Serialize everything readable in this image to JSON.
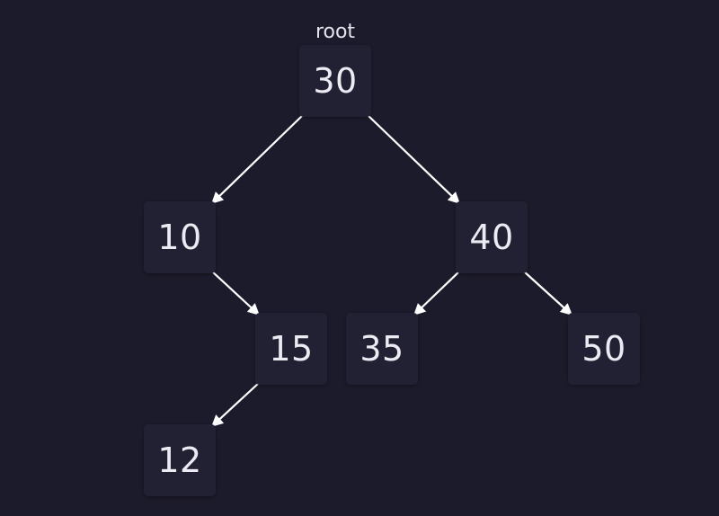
{
  "root_label": "root",
  "colors": {
    "background": "#1c1b2b",
    "node_fill": "#222133",
    "node_text": "#ecebf3",
    "edge": "#ffffff"
  },
  "tree": {
    "root": "30",
    "nodes": [
      {
        "id": "n30",
        "value": "30"
      },
      {
        "id": "n10",
        "value": "10"
      },
      {
        "id": "n40",
        "value": "40"
      },
      {
        "id": "n15",
        "value": "15"
      },
      {
        "id": "n35",
        "value": "35"
      },
      {
        "id": "n50",
        "value": "50"
      },
      {
        "id": "n12",
        "value": "12"
      }
    ],
    "edges": [
      {
        "from": "n30",
        "to": "n10"
      },
      {
        "from": "n30",
        "to": "n40"
      },
      {
        "from": "n10",
        "to": "n15"
      },
      {
        "from": "n40",
        "to": "n35"
      },
      {
        "from": "n40",
        "to": "n50"
      },
      {
        "from": "n15",
        "to": "n12"
      }
    ]
  }
}
